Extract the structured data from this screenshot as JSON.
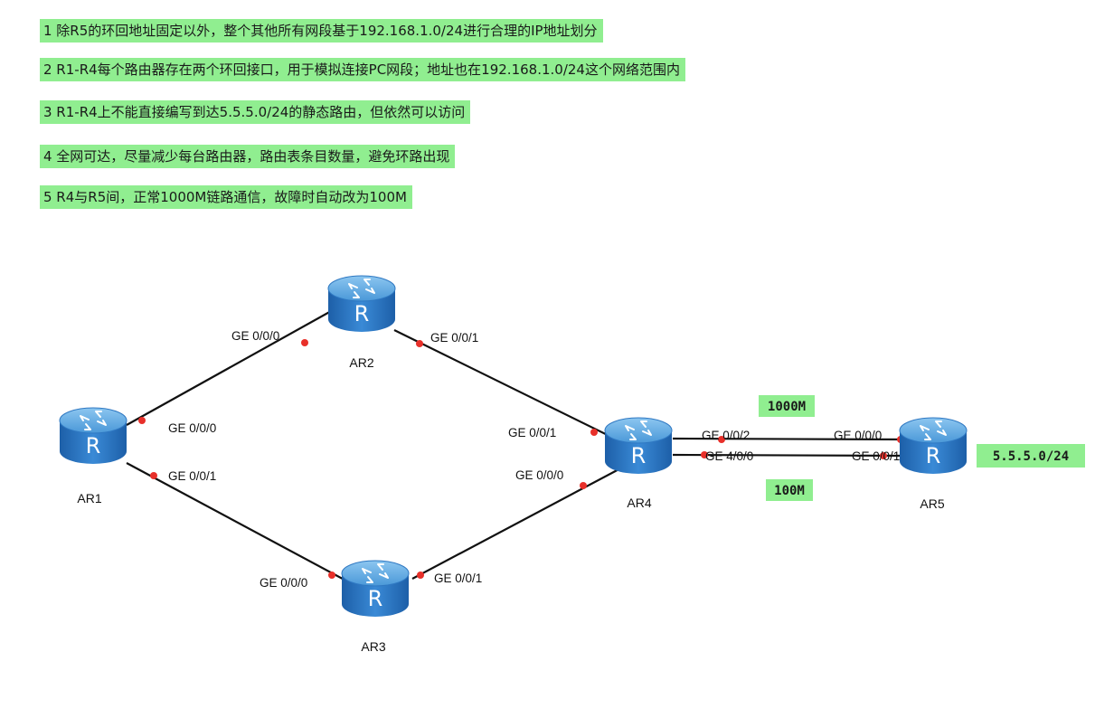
{
  "requirements": [
    "1 除R5的环回地址固定以外，整个其他所有网段基于192.168.1.0/24进行合理的IP地址划分",
    "2 R1-R4每个路由器存在两个环回接口，用于模拟连接PC网段；地址也在192.168.1.0/24这个网络范围内",
    "3 R1-R4上不能直接编写到达5.5.5.0/24的静态路由，但依然可以访问",
    "4 全网可达，尽量减少每台路由器，路由表条目数量，避免环路出现",
    "5 R4与R5间，正常1000M链路通信，故障时自动改为100M"
  ],
  "routers": {
    "ar1": "AR1",
    "ar2": "AR2",
    "ar3": "AR3",
    "ar4": "AR4",
    "ar5": "AR5"
  },
  "interfaces": {
    "ar1_to_ar2": "GE 0/0/0",
    "ar1_to_ar3": "GE 0/0/1",
    "ar2_to_ar1": "GE 0/0/0",
    "ar2_to_ar4": "GE 0/0/1",
    "ar3_to_ar1": "GE 0/0/0",
    "ar3_to_ar4": "GE 0/0/1",
    "ar4_to_ar2": "GE 0/0/1",
    "ar4_to_ar3": "GE 0/0/0",
    "ar4_to_ar5_main": "GE 0/0/2",
    "ar4_to_ar5_backup": "GE 4/0/0",
    "ar5_to_ar4_main": "GE 0/0/0",
    "ar5_to_ar4_backup": "GE 0/0/1"
  },
  "tags": {
    "link_1000m": "1000M",
    "link_100m": "100M",
    "ar5_network": "5.5.5.0/24"
  },
  "colors": {
    "highlight": "#90ee90",
    "router_body": "#2f7fc9",
    "link": "#111111",
    "port": "#e8302a"
  }
}
